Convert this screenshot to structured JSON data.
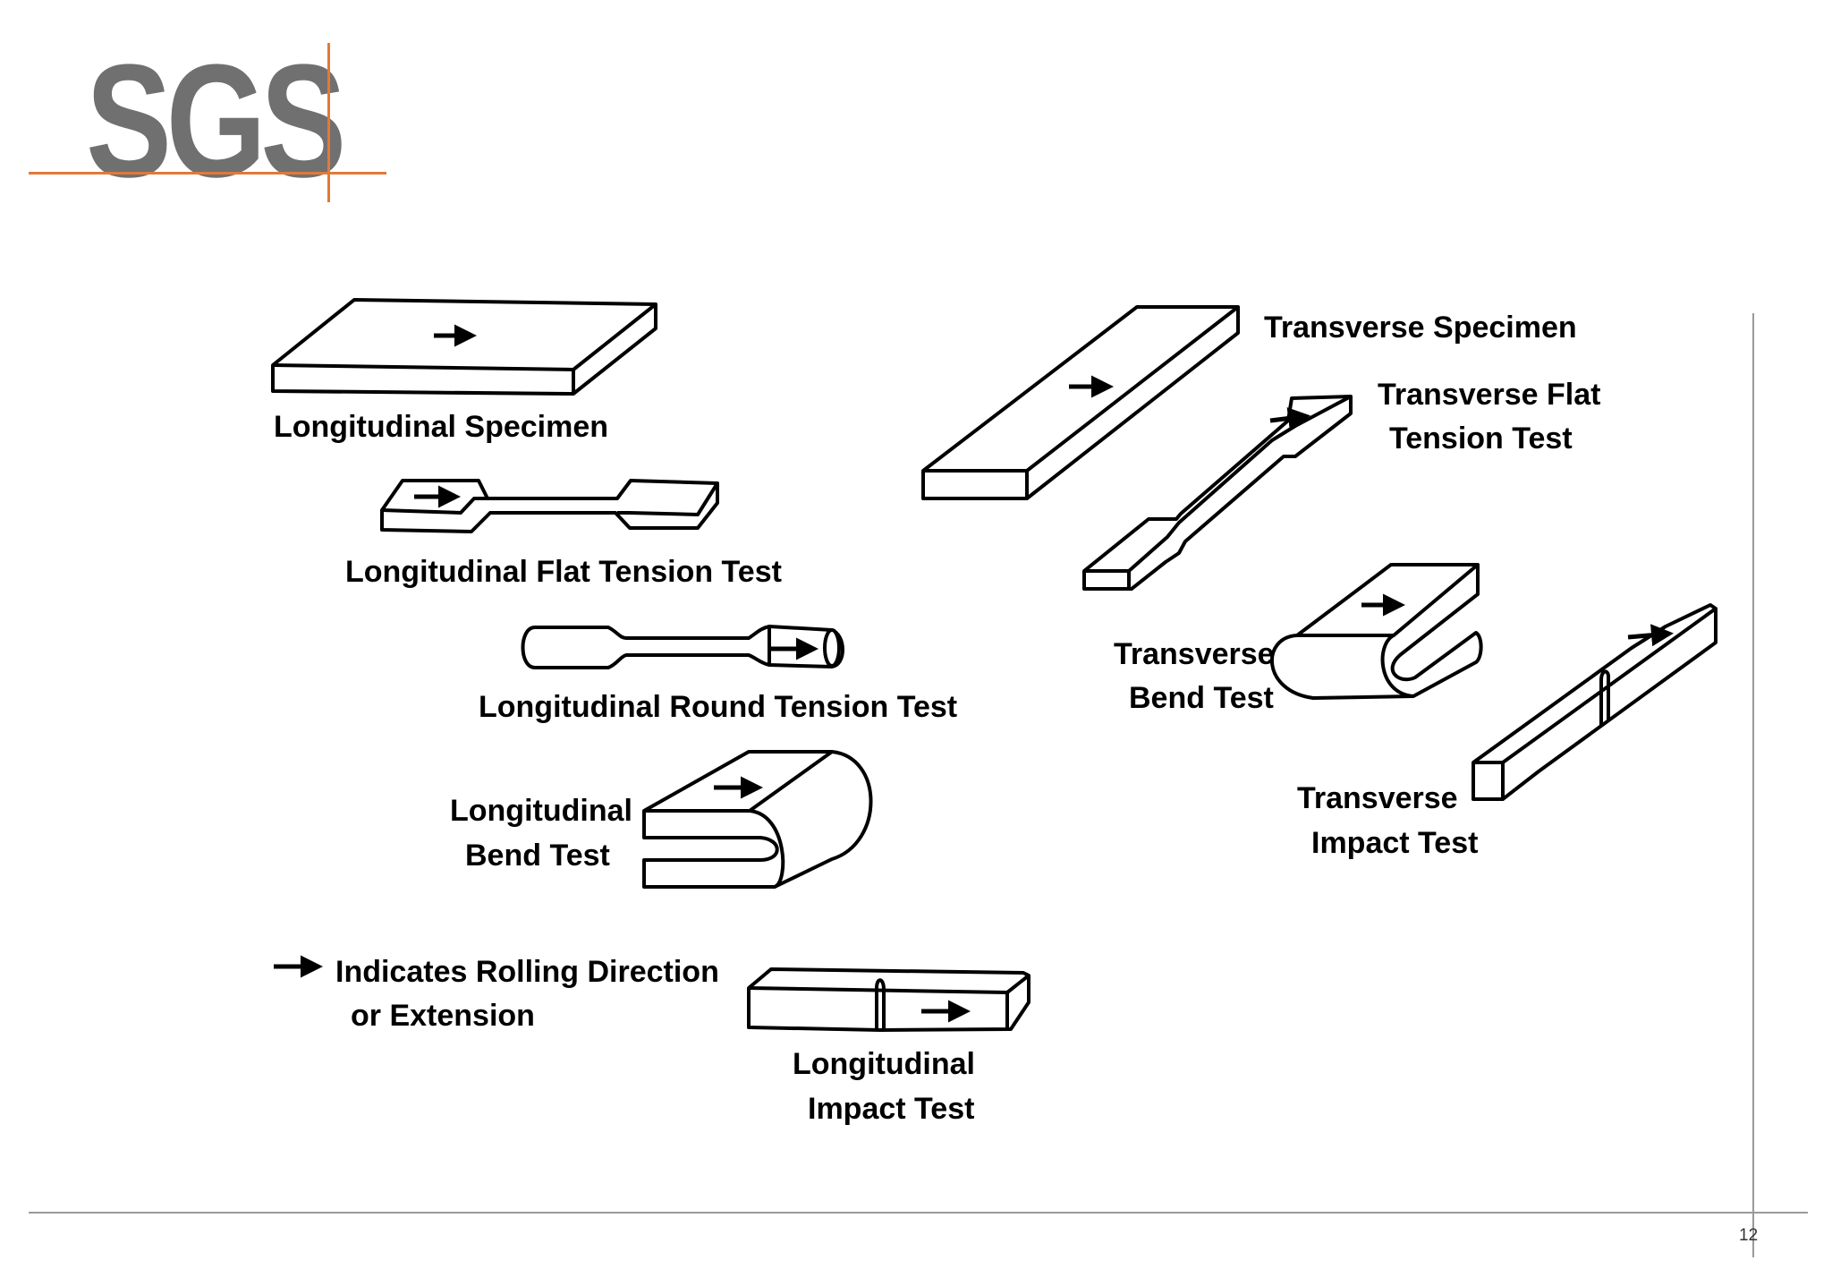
{
  "logo": {
    "text": "SGS",
    "color": "#707070",
    "accent": "#e07a3a"
  },
  "page_number": "12",
  "labels": {
    "long_specimen": "Longitudinal Specimen",
    "long_flat_tension": "Longitudinal Flat Tension Test",
    "long_round_tension": "Longitudinal Round Tension Test",
    "long_bend_1": "Longitudinal",
    "long_bend_2": "Bend Test",
    "legend_1": "Indicates Rolling Direction",
    "legend_2": "or Extension",
    "long_impact_1": "Longitudinal",
    "long_impact_2": "Impact Test",
    "trans_specimen": "Transverse Specimen",
    "trans_flat_1": "Transverse Flat",
    "trans_flat_2": "Tension Test",
    "trans_bend_1": "Transverse",
    "trans_bend_2": "Bend Test",
    "trans_impact_1": "Transverse",
    "trans_impact_2": "Impact Test"
  }
}
